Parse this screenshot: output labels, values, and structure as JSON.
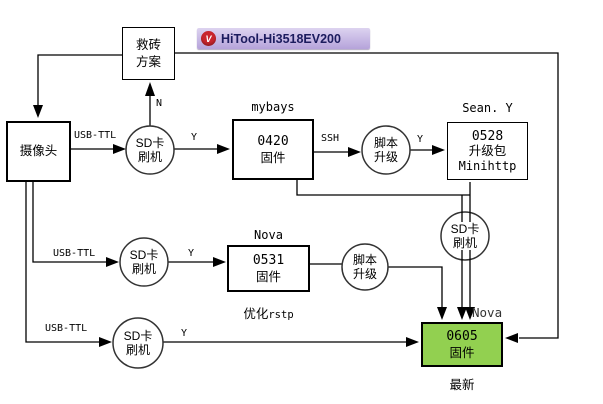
{
  "overlay": {
    "hitool_title": "HiTool-Hi3518EV200",
    "hitool_icon_glyph": "V"
  },
  "colors": {
    "latest_firmware_fill": "#92d050",
    "hitool_bar": "#c3b2e2",
    "hitool_icon_red": "#c9252d"
  },
  "nodes": {
    "camera": {
      "label": "摄像头"
    },
    "rescue_plan": {
      "line1": "救砖",
      "line2": "方案"
    },
    "sd_flash": {
      "line1": "SD卡",
      "line2": "刷机"
    },
    "script_upgrade": {
      "line1": "脚本",
      "line2": "升级"
    },
    "fw_0420": {
      "owner": "mybays",
      "version": "0420",
      "kind": "固件"
    },
    "fw_0528": {
      "owner": "Sean. Y",
      "version": "0528",
      "kind": "升级包",
      "extra": "Minihttp"
    },
    "fw_0531": {
      "owner": "Nova",
      "version": "0531",
      "kind": "固件",
      "note_cn": "优化",
      "note_en": "rstp"
    },
    "fw_0605": {
      "version": "0605",
      "kind": "固件",
      "caption": "最新",
      "tag": "Nova"
    }
  },
  "edge_labels": {
    "usb_ttl": "USB-TTL",
    "yes": "Y",
    "no": "N",
    "ssh": "SSH"
  }
}
